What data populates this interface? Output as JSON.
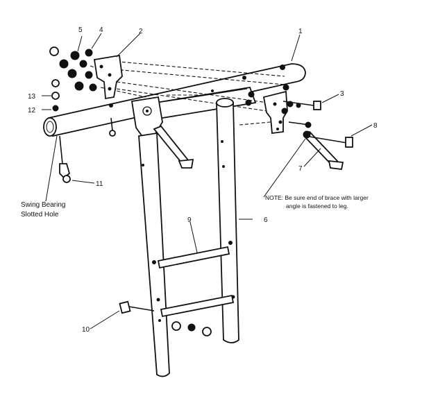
{
  "callouts": [
    {
      "id": "c1",
      "text": "1"
    },
    {
      "id": "c2",
      "text": "2"
    },
    {
      "id": "c3",
      "text": "3"
    },
    {
      "id": "c4",
      "text": "4"
    },
    {
      "id": "c5",
      "text": "5"
    },
    {
      "id": "c6",
      "text": "6"
    },
    {
      "id": "c7",
      "text": "7"
    },
    {
      "id": "c8",
      "text": "8"
    },
    {
      "id": "c9",
      "text": "9"
    },
    {
      "id": "c10",
      "text": "10"
    },
    {
      "id": "c11",
      "text": "11"
    },
    {
      "id": "c12",
      "text": "12"
    },
    {
      "id": "c13",
      "text": "13"
    }
  ],
  "labels": {
    "swing_bearing_line1": "Swing Bearing",
    "swing_bearing_line2": "Slotted Hole",
    "note_line1": "NOTE: Be sure end of brace with larger",
    "note_line2": "angle is fastened to leg."
  }
}
